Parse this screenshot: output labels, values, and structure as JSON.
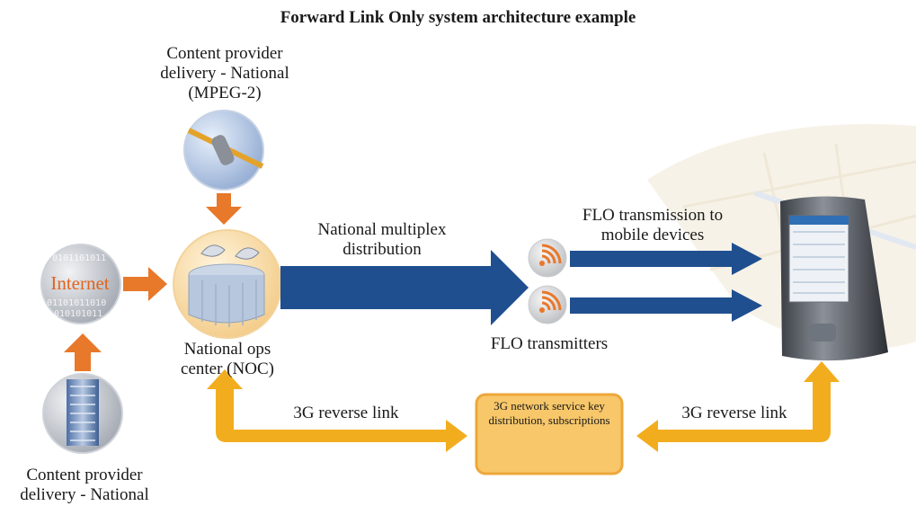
{
  "title": "Forward Link Only system architecture example",
  "labels": {
    "provider_top": "Content provider delivery - National (MPEG-2)",
    "provider_bottom": "Content provider delivery - National",
    "internet": "Internet",
    "noc": "National ops center (NOC)",
    "multiplex": "National multiplex distribution",
    "flo_transmission": "FLO transmission to mobile devices",
    "flo_transmitters": "FLO transmitters",
    "reverse_left": "3G reverse link",
    "reverse_right": "3G reverse link",
    "network_box": "3G network service key distribution, subscriptions"
  },
  "colors": {
    "orange": "#e8782a",
    "gold": "#f2ad1f",
    "navy": "#1f4f8f",
    "box_fill": "#f7c76a"
  },
  "icons": {
    "satellite": "satellite-icon",
    "internet": "globe-icon",
    "building": "office-building-icon",
    "noc": "noc-dish-icon",
    "transmitter": "wifi-wave-icon",
    "phone": "mobile-phone-icon"
  }
}
